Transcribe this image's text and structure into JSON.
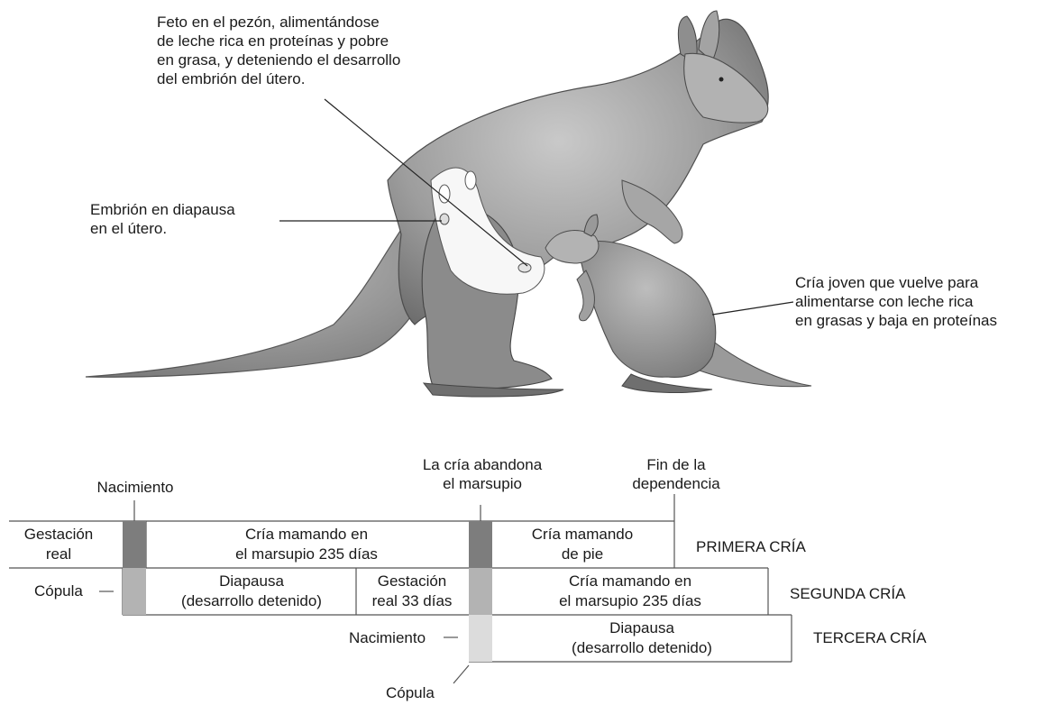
{
  "illustration": {
    "callout_fetus": "Feto en el pezón, alimentándose\nde leche rica en proteínas y pobre\nen grasa, y deteniendo el desarrollo\ndel embrión del útero.",
    "callout_embryo": "Embrión en diapausa\nen el útero.",
    "callout_joey": "Cría joven que vuelve para\nalimentarse con leche rica\nen grasas y baja en proteínas"
  },
  "timeline": {
    "marker_birth_top": "Nacimiento",
    "marker_leaves_pouch": "La cría abandona\nel marsupio",
    "marker_end_dependence": "Fin de la\ndependencia",
    "row1": {
      "label": "PRIMERA CRÍA",
      "cells": [
        "Gestación\nreal",
        "Cría mamando en\nel marsupio 235 días",
        "Cría mamando\nde pie"
      ]
    },
    "row2": {
      "label": "SEGUNDA CRÍA",
      "side": "Cópula",
      "cells": [
        "Diapausa\n(desarrollo detenido)",
        "Gestación\nreal 33 días",
        "Cría mamando en\nel marsupio 235 días"
      ]
    },
    "row3": {
      "label": "TERCERA CRÍA",
      "side": "Nacimiento",
      "cells": [
        "Diapausa\n(desarrollo detenido)"
      ]
    },
    "marker_copula_bottom": "Cópula"
  }
}
